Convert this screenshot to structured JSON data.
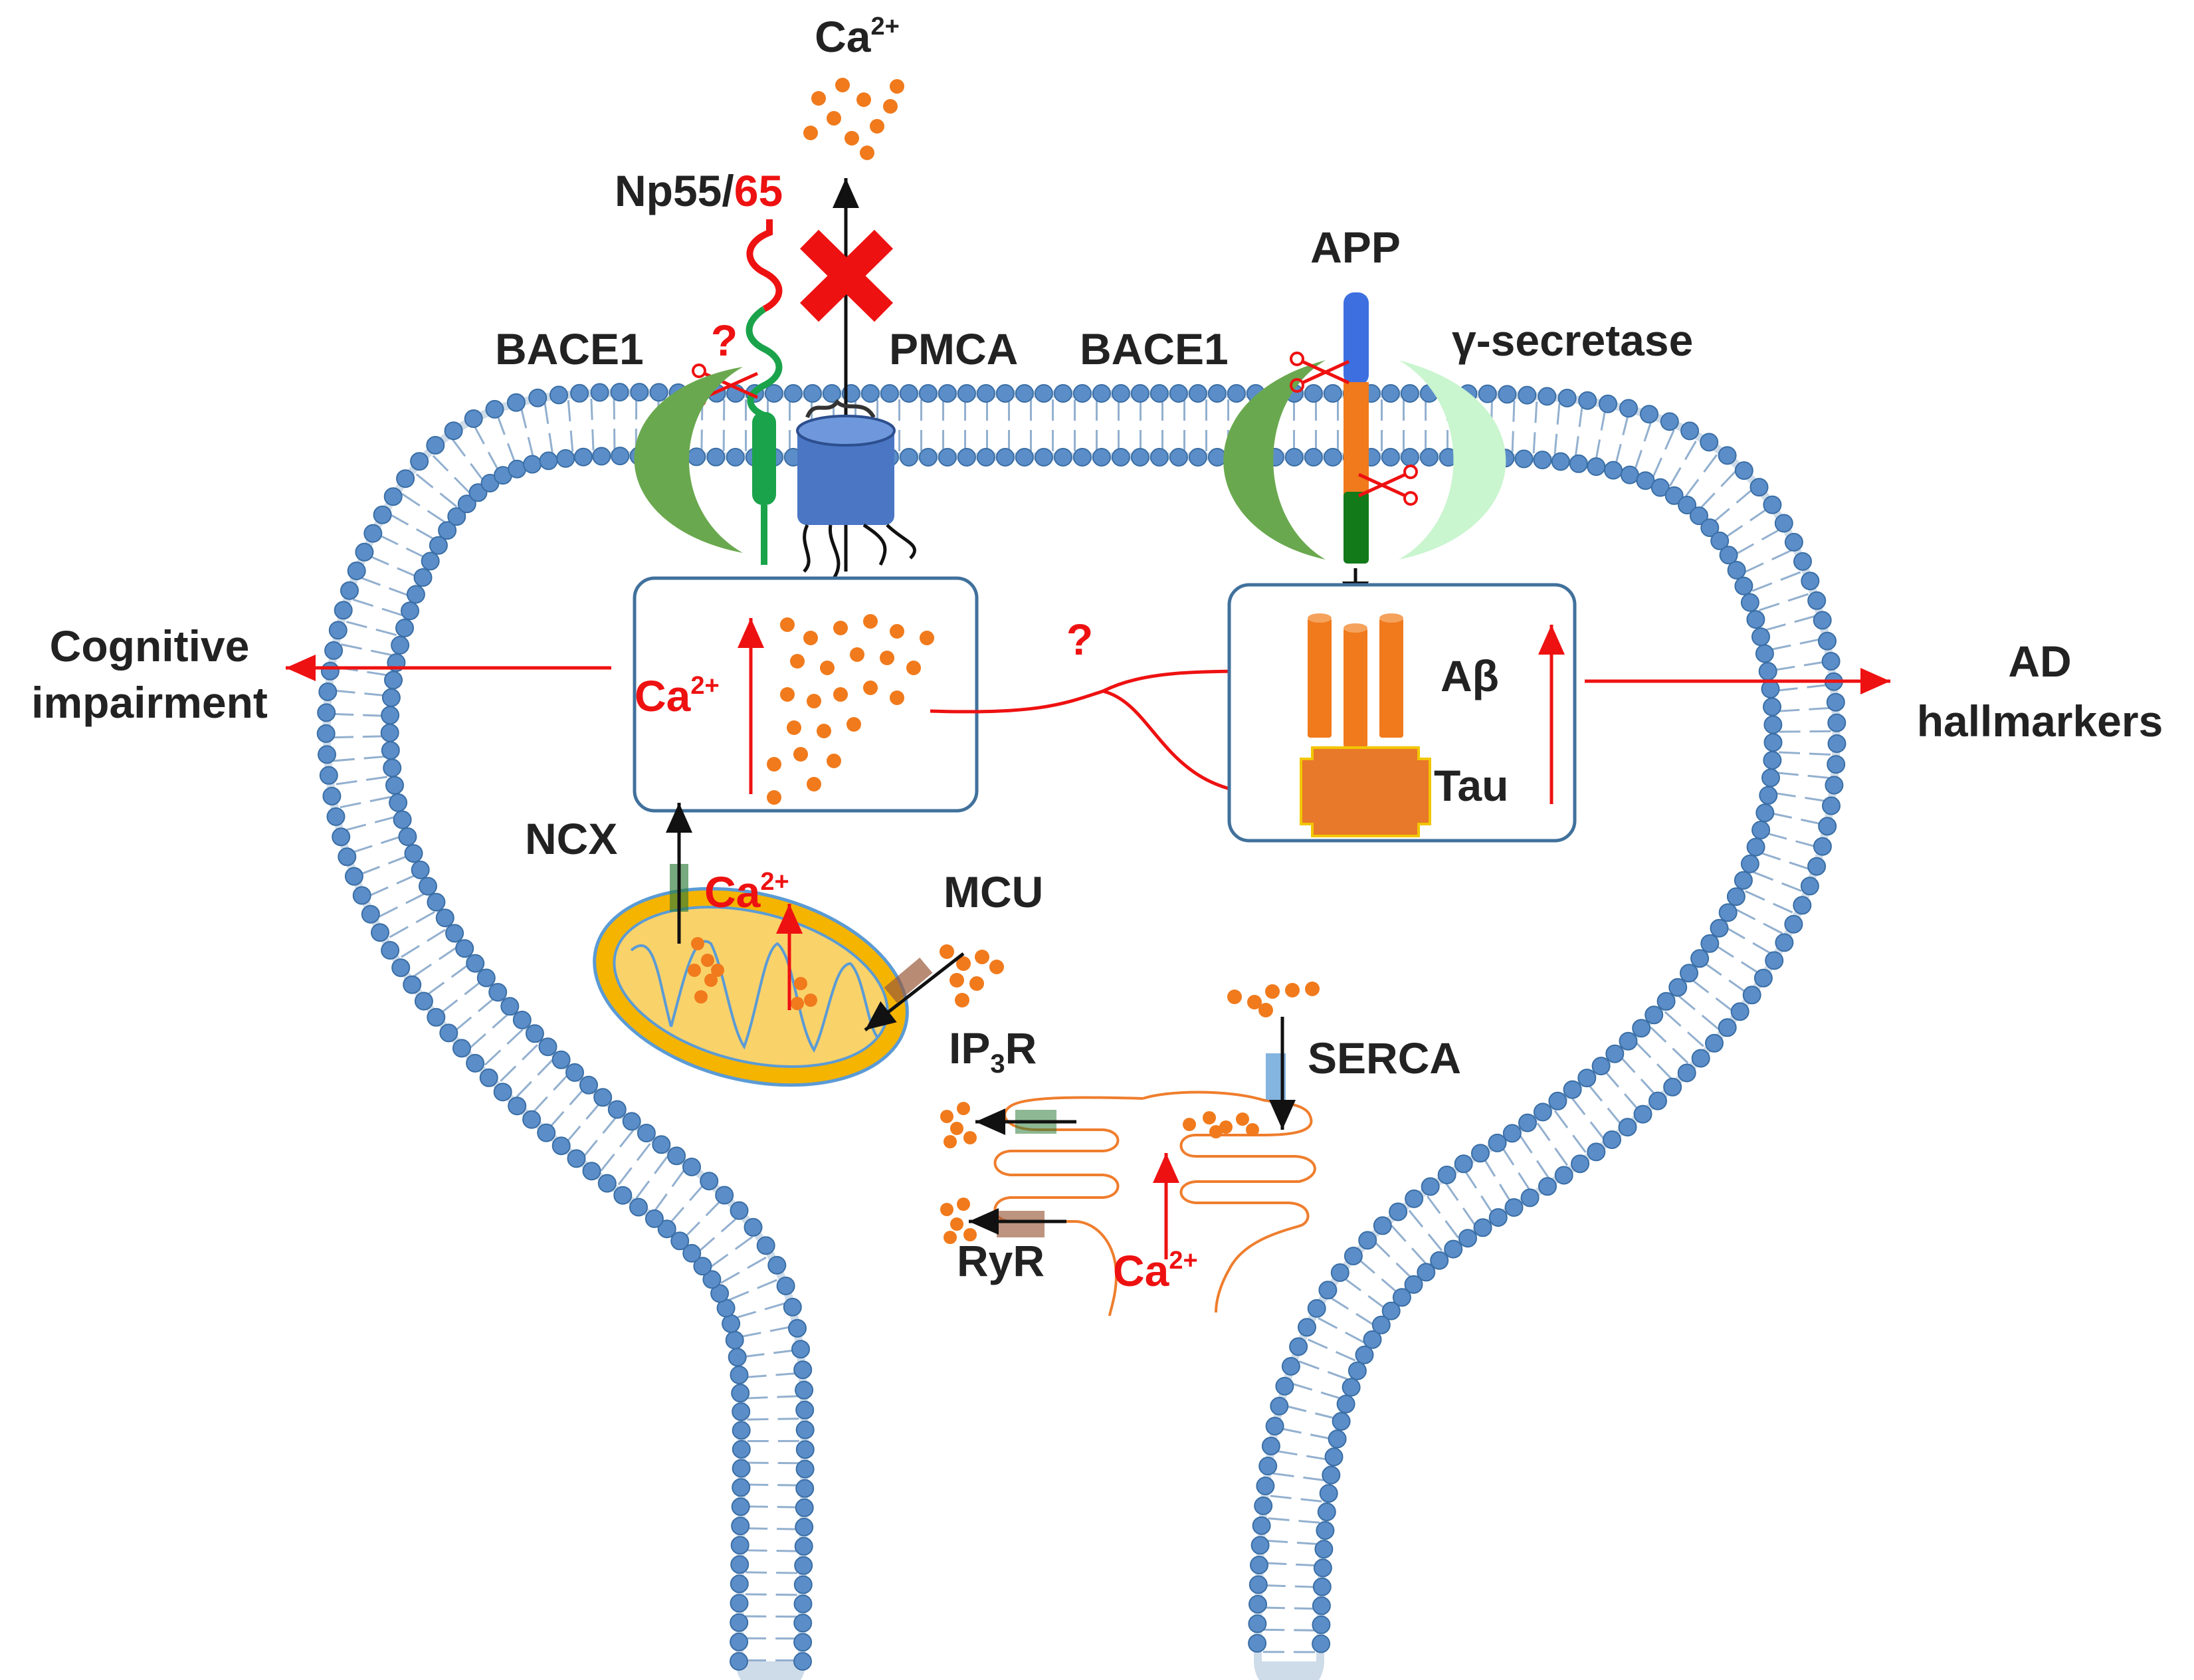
{
  "colors": {
    "membrane": "#5b8ec9",
    "membrane_stroke": "#3a6ea5",
    "calcium": "#f07a1c",
    "red": "#ee1111",
    "er": "#ef7d2d",
    "mito_outer": "#f5b400",
    "mito_inner": "#fad26a",
    "bace1": "#6aa84f",
    "gamma_secretase": "#c9f5cf",
    "pmca": "#4a76c4",
    "app_top": "#3d6fe0",
    "app_mid": "#f07a1c",
    "app_bottom": "#137a1a",
    "np_green": "#1aa34a",
    "abeta": "#f07a1c",
    "tau": "#e8782a",
    "box_stroke": "#41719c"
  },
  "labels": {
    "ca_top": "Ca",
    "ca_top_sup": "2+",
    "np_prefix": "Np55/",
    "np_suffix": "65",
    "q_left": "?",
    "q_mid": "?",
    "pmca": "PMCA",
    "bace1_left": "BACE1",
    "bace1_right": "BACE1",
    "app": "APP",
    "gamma": "γ-secretase",
    "cognitive_line1": "Cognitive",
    "cognitive_line2": "impairment",
    "ca_box": "Ca",
    "ca_box_sup": "2+",
    "abeta": "Aβ",
    "tau": "Tau",
    "ad_line1": "AD",
    "ad_line2": "hallmarkers",
    "ncx": "NCX",
    "ca_mito": "Ca",
    "ca_mito_sup": "2+",
    "mcu": "MCU",
    "ip3r_main": "IP",
    "ip3r_sub": "3",
    "ip3r_end": "R",
    "serca": "SERCA",
    "ryr": "RyR",
    "ca_er": "Ca",
    "ca_er_sup": "2+"
  },
  "icons": {
    "block": "red-x-icon",
    "scissors": "scissors-icon"
  }
}
